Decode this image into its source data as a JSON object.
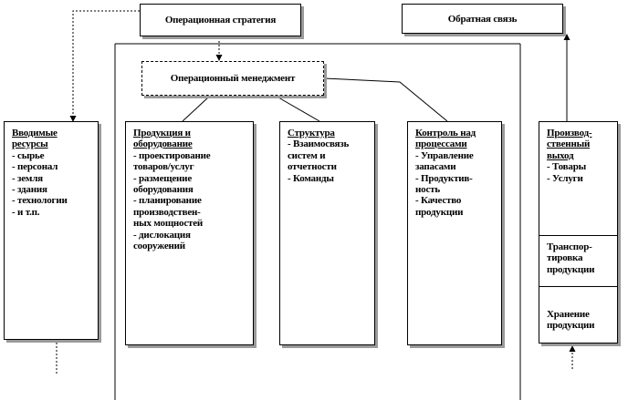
{
  "top": {
    "strategy": "Операционная стратегия",
    "feedback": "Обратная связь",
    "management": "Операционный менеджмент"
  },
  "columns": [
    {
      "title": "Вводимые\nресурсы",
      "items": [
        "- сырье",
        "- персонал",
        "- земля",
        "- здания",
        "- технологии",
        "- и т.п."
      ]
    },
    {
      "title": "Продукция и\nоборудование",
      "items": [
        "- проектирование",
        "товаров/услуг",
        "- размещение",
        "оборудования",
        "- планирование",
        "производствен-",
        "ных мощностей",
        "- дислокация",
        "сооружений"
      ]
    },
    {
      "title": "Структура",
      "items": [
        "- Взаимосвязь",
        "систем и",
        "отчетности",
        "- Команды"
      ]
    },
    {
      "title": "Контроль над\nпроцессами",
      "items": [
        "- Управление",
        "запасами",
        "- Продуктив-",
        "ность",
        "- Качество",
        "продукции"
      ]
    }
  ],
  "output": {
    "title": "Производ-\nственный\nвыход",
    "items": [
      "- Товары",
      "- Услуги"
    ],
    "transport": "Транспор-\nтировка\nпродукции",
    "storage": "Хранение\nпродукции"
  }
}
